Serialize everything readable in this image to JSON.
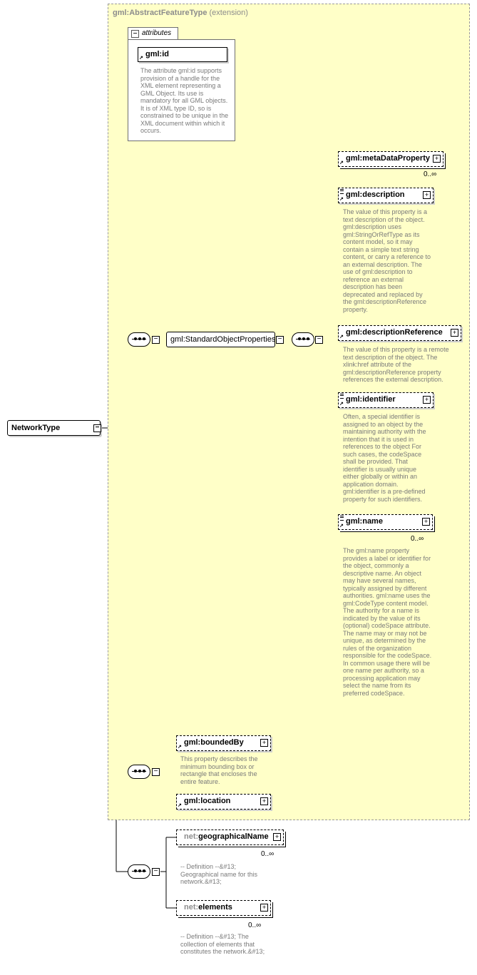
{
  "root": {
    "label": "NetworkType"
  },
  "extension": {
    "type_name": "gml:AbstractFeatureType",
    "note": "(extension)"
  },
  "attributes": {
    "tab_label": "attributes",
    "id": {
      "label": "gml:id",
      "doc": "The attribute gml:id supports provision of a handle for the XML element representing a GML Object. Its use is mandatory for all GML objects. It is of XML type ID, so is constrained to be unique in the XML document within which it occurs."
    }
  },
  "group": {
    "label": "gml:StandardObjectProperties"
  },
  "elements": {
    "metaDataProperty": {
      "label": "gml:metaDataProperty",
      "cardinality": "0..∞"
    },
    "description": {
      "label": "gml:description",
      "doc": "The value of this property is a text description of the object. gml:description uses gml:StringOrRefType as its content model, so it may contain a simple text string content, or carry a reference to an external description. The use of gml:description to reference an external description has been deprecated and replaced by the gml:descriptionReference property."
    },
    "descriptionReference": {
      "label": "gml:descriptionReference",
      "doc": "The value of this property is a remote text description of the object. The xlink:href attribute of the gml:descriptionReference property references the external description."
    },
    "identifier": {
      "label": "gml:identifier",
      "doc": "Often, a special identifier is assigned to an object by the maintaining authority with the intention that it is used in references to the object For such cases, the codeSpace shall be provided. That identifier is usually unique either globally or within an application domain. gml:identifier is a pre-defined property for such identifiers."
    },
    "name": {
      "label": "gml:name",
      "cardinality": "0..∞",
      "doc": "The gml:name property provides a label or identifier for the object, commonly a descriptive name. An object may have several names, typically assigned by different authorities. gml:name uses the gml:CodeType content model.  The authority for a name is indicated by the value of its (optional) codeSpace attribute.  The name may or may not be unique, as determined by the rules of the organization responsible for the codeSpace.  In common usage there will be one name per authority, so a processing application may select the name from its preferred codeSpace."
    },
    "boundedBy": {
      "label": "gml:boundedBy",
      "doc": "This property describes the minimum bounding box or rectangle that encloses the entire feature."
    },
    "location": {
      "label": "gml:location"
    },
    "geographicalName": {
      "prefix": "net:",
      "label": "geographicalName",
      "cardinality": "0..∞",
      "doc": "-- Definition --&#13; Geographical name for this network.&#13;"
    },
    "netElements": {
      "prefix": "net:",
      "label": "elements",
      "cardinality": "0..∞",
      "doc": "-- Definition --&#13; The collection of elements that constitutes the network.&#13;"
    }
  },
  "colors": {
    "extension_bg": "#ffffc8",
    "doc_text": "#7a7a7a",
    "border": "#000000"
  }
}
